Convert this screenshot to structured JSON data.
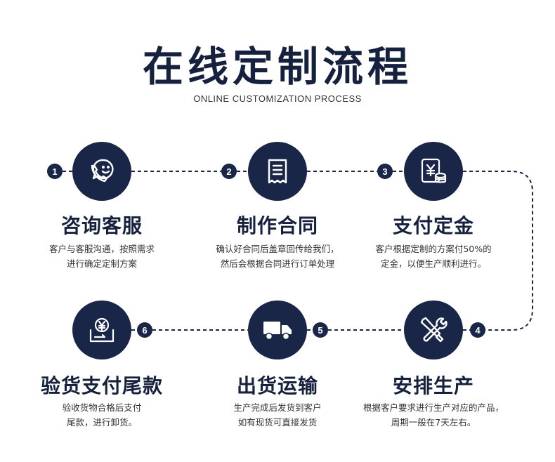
{
  "header": {
    "title": "在线定制流程",
    "subtitle": "ONLINE CUSTOMIZATION PROCESS"
  },
  "colors": {
    "primary": "#1a2647",
    "text": "#333333"
  },
  "steps": [
    {
      "number": "1",
      "title": "咨询客服",
      "desc_line1": "客户与客服沟通，按照需求",
      "desc_line2": "进行确定定制方案",
      "icon": "phone-chat-icon"
    },
    {
      "number": "2",
      "title": "制作合同",
      "desc_line1": "确认好合同后盖章回传给我们，",
      "desc_line2": "然后会根据合同进行订单处理",
      "icon": "document-icon"
    },
    {
      "number": "3",
      "title": "支付定金",
      "desc_line1": "客户根据定制的方案付50%的",
      "desc_line2": "定金，以便生产顺利进行。",
      "icon": "yen-invoice-icon"
    },
    {
      "number": "4",
      "title": "安排生产",
      "desc_line1": "根据客户要求进行生产对应的产品，",
      "desc_line2": "周期一般在7天左右。",
      "icon": "tools-icon"
    },
    {
      "number": "5",
      "title": "出货运输",
      "desc_line1": "生产完成后发货到客户",
      "desc_line2": "如有现货可直接发货",
      "icon": "truck-icon"
    },
    {
      "number": "6",
      "title": "验货支付尾款",
      "desc_line1": "验收货物合格后支付",
      "desc_line2": "尾款，进行卸货。",
      "icon": "yen-payment-icon"
    }
  ]
}
